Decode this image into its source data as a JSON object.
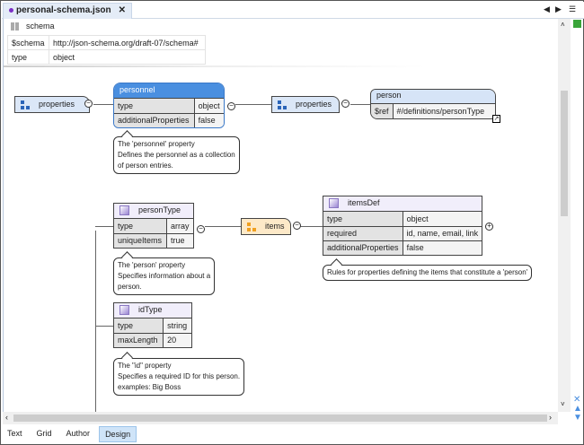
{
  "tab": {
    "title": "personal-schema.json",
    "close": "✕"
  },
  "header_controls": {
    "prev": "◀",
    "next": "▶",
    "menu": "☰"
  },
  "schema": {
    "title": "schema",
    "rows": [
      {
        "key": "$schema",
        "value": "http://json-schema.org/draft-07/schema#"
      },
      {
        "key": "type",
        "value": "object"
      }
    ]
  },
  "diagram": {
    "properties1": "properties",
    "personnel": {
      "title": "personnel",
      "rows": [
        {
          "key": "type",
          "value": "object"
        },
        {
          "key": "additionalProperties",
          "value": "false"
        }
      ],
      "tooltip": [
        "The 'personnel' property",
        "Defines the personnel as a collection",
        "of person entries."
      ]
    },
    "properties2": "properties",
    "person": {
      "title": "person",
      "rows": [
        {
          "key": "$ref",
          "value": "#/definitions/personType"
        }
      ]
    },
    "personType": {
      "title": "personType",
      "rows": [
        {
          "key": "type",
          "value": "array"
        },
        {
          "key": "uniqueItems",
          "value": "true"
        }
      ],
      "tooltip": [
        "The 'person' property",
        "Specifies information about a",
        "person."
      ]
    },
    "items": "items",
    "itemsDef": {
      "title": "itemsDef",
      "rows": [
        {
          "key": "type",
          "value": "object"
        },
        {
          "key": "required",
          "value": "id, name, email, link"
        },
        {
          "key": "additionalProperties",
          "value": "false"
        }
      ],
      "tooltip": [
        "Rules for properties defining the items that constitute a 'person'"
      ]
    },
    "idType": {
      "title": "idType",
      "rows": [
        {
          "key": "type",
          "value": "string"
        },
        {
          "key": "maxLength",
          "value": "20"
        }
      ],
      "tooltip": [
        "The \"id\" property",
        "Specifies a required ID for this person.",
        "examples: Big Boss"
      ]
    }
  },
  "bottom_tabs": [
    {
      "label": "Text"
    },
    {
      "label": "Grid"
    },
    {
      "label": "Author"
    },
    {
      "label": "Design",
      "active": true
    }
  ],
  "colors": {
    "personnel_header": "#4a8fe0",
    "person_header": "#d6e4f7",
    "items_fill": "#fde9c8",
    "properties_fill": "#dbe7f7",
    "status_green": "#3aa53a"
  }
}
